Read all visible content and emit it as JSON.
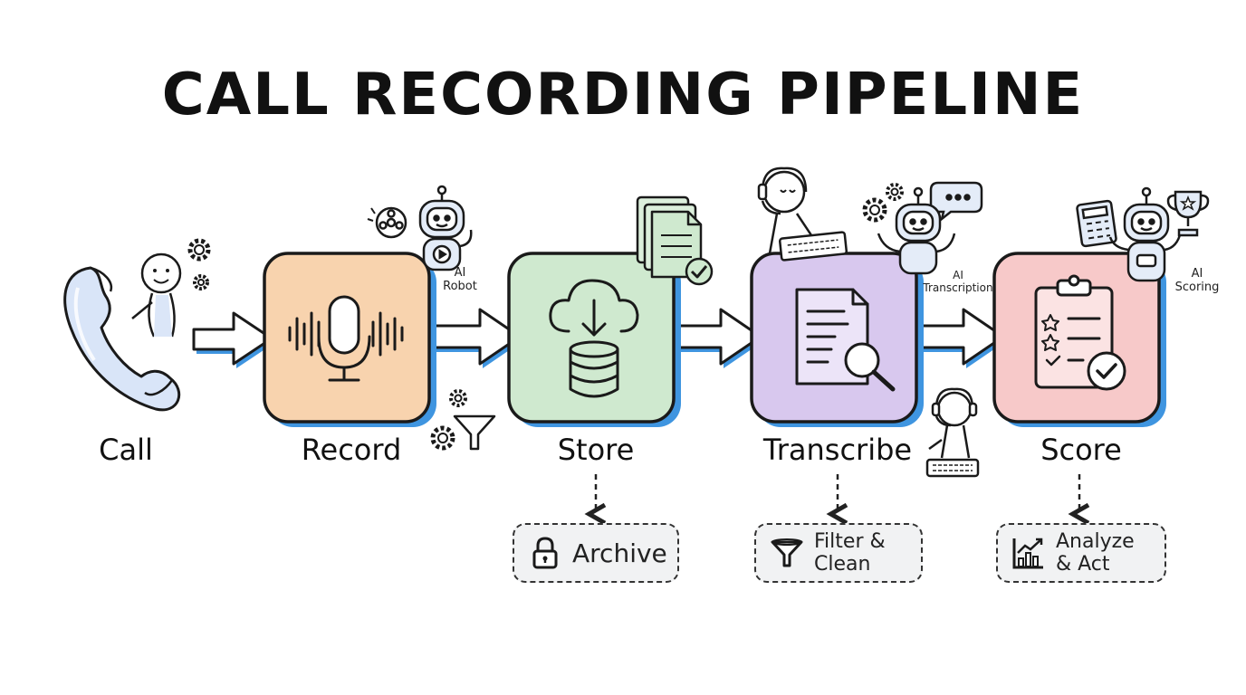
{
  "title": "CALL RECORDING PIPELINE",
  "stages": [
    {
      "label": "Call",
      "color": "#dbe6f8"
    },
    {
      "label": "Record",
      "color": "#f8d3ae"
    },
    {
      "label": "Store",
      "color": "#cfe9cf"
    },
    {
      "label": "Transcribe",
      "color": "#d8c8ee"
    },
    {
      "label": "Score",
      "color": "#f7c9c9"
    }
  ],
  "annotations": {
    "record": "AI\nRobot",
    "transcribe": "AI\nTranscription",
    "score": "AI\nScoring"
  },
  "sub_steps": {
    "store": "Archive",
    "transcribe": "Filter &\nClean",
    "score": "Analyze\n& Act"
  },
  "colors": {
    "accent_shadow": "#3f95e0",
    "ink": "#1a1a1a",
    "sub_box_fill": "#f1f2f3"
  },
  "icons": {
    "call": "telephone-handset-icon",
    "record": "microphone-icon",
    "store": "cloud-database-icon",
    "transcribe": "document-magnifier-icon",
    "score": "clipboard-checklist-icon",
    "archive": "padlock-icon",
    "filter": "funnel-icon",
    "analyze": "bar-chart-icon"
  }
}
